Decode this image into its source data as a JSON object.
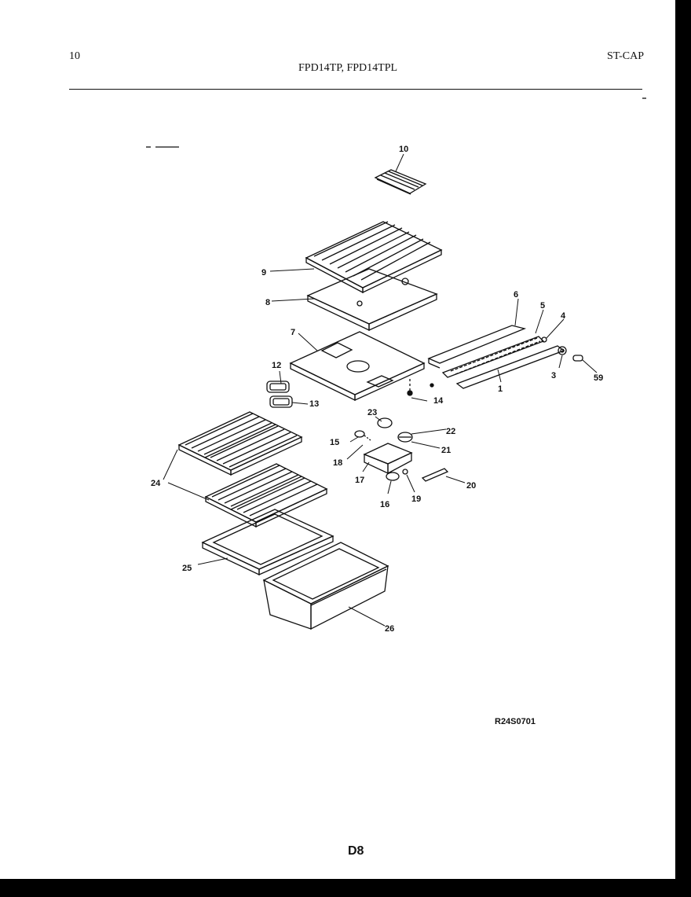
{
  "header": {
    "page_left": "10",
    "models": "FPD14TP, FPD14TPL",
    "page_right": "ST-CAP"
  },
  "diagram": {
    "drawing_code": "R24S0701",
    "page_number": "D8",
    "callouts": [
      "1",
      "3",
      "4",
      "5",
      "6",
      "7",
      "8",
      "9",
      "10",
      "12",
      "13",
      "14",
      "15",
      "16",
      "17",
      "18",
      "19",
      "20",
      "21",
      "22",
      "23",
      "24",
      "25",
      "26",
      "59"
    ]
  }
}
